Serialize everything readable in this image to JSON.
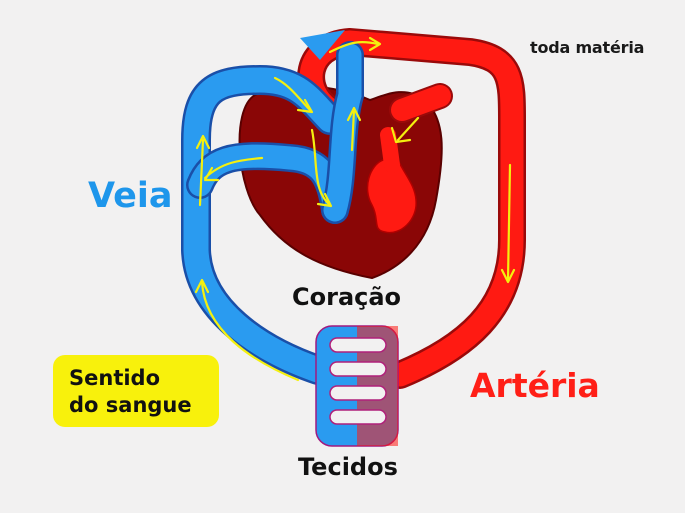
{
  "brand": "toda matéria",
  "labels": {
    "vein": "Veia",
    "artery": "Artéria",
    "heart": "Coração",
    "tissues": "Tecidos"
  },
  "legend": {
    "line1": "Sentido",
    "line2": "do sangue"
  },
  "colors": {
    "background": "#f2f1f1",
    "vein": "#2a9bf0",
    "artery": "#ff1a12",
    "heart": "#8a0606",
    "flow_arrow": "#f4f00f",
    "legend_bg": "#f8f10c"
  }
}
